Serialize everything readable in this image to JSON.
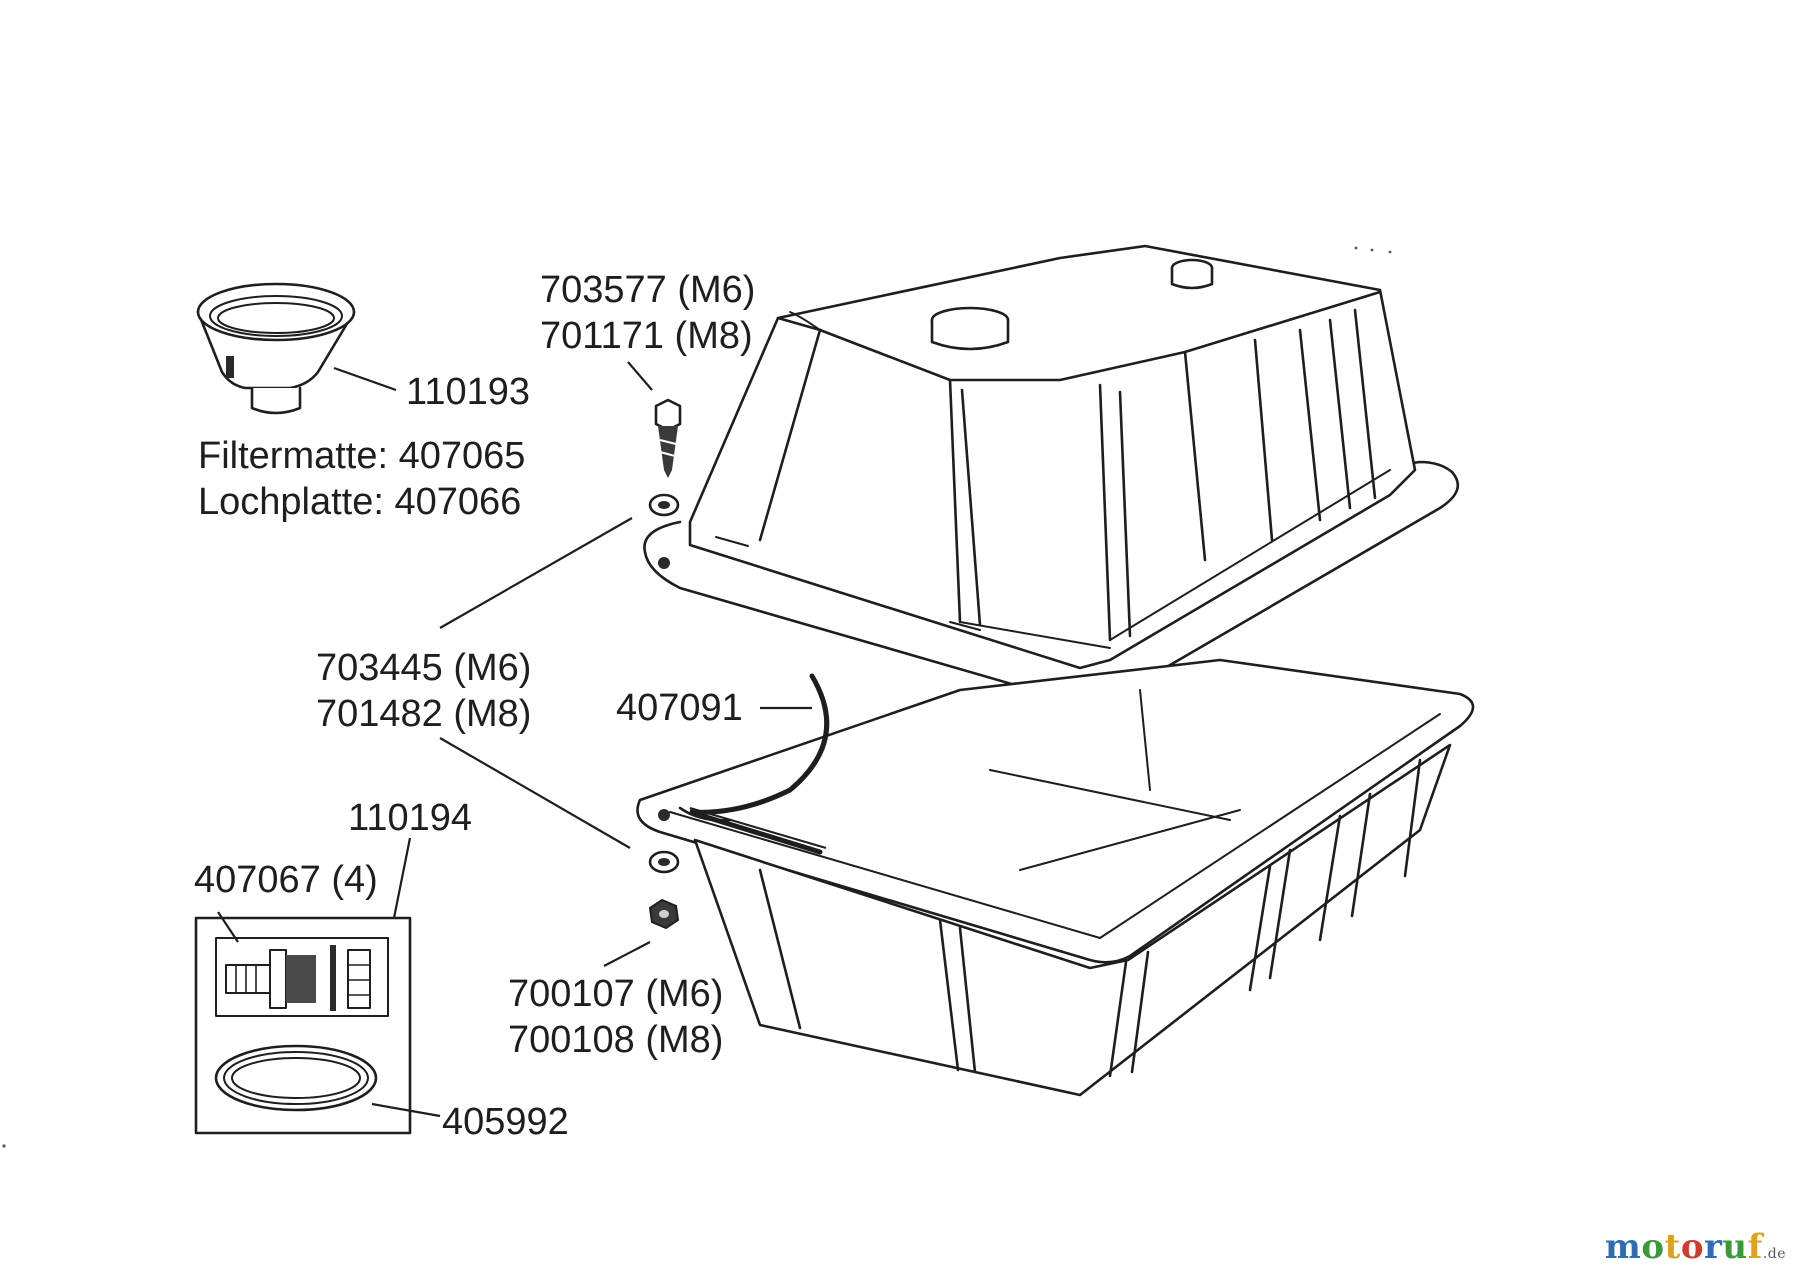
{
  "labels": {
    "p703577": "703577 (M6)",
    "p701171": "701171 (M8)",
    "p110193": "110193",
    "filtermatte": "Filtermatte: 407065",
    "lochplatte": "Lochplatte: 407066",
    "p703445": "703445 (M6)",
    "p701482": "701482 (M8)",
    "p407091": "407091",
    "p110194": "110194",
    "p407067": "407067 (4)",
    "p700107": "700107 (M6)",
    "p700108": "700108 (M8)",
    "p405992": "405992"
  },
  "watermark": {
    "letters": [
      "m",
      "o",
      "t",
      "o",
      "r",
      "u",
      "f"
    ],
    "colors": [
      "#2e6db5",
      "#3a9a3a",
      "#e0a020",
      "#d23b2b",
      "#2e6db5",
      "#3a9a3a",
      "#e0a020"
    ],
    "suffix": ".de"
  }
}
